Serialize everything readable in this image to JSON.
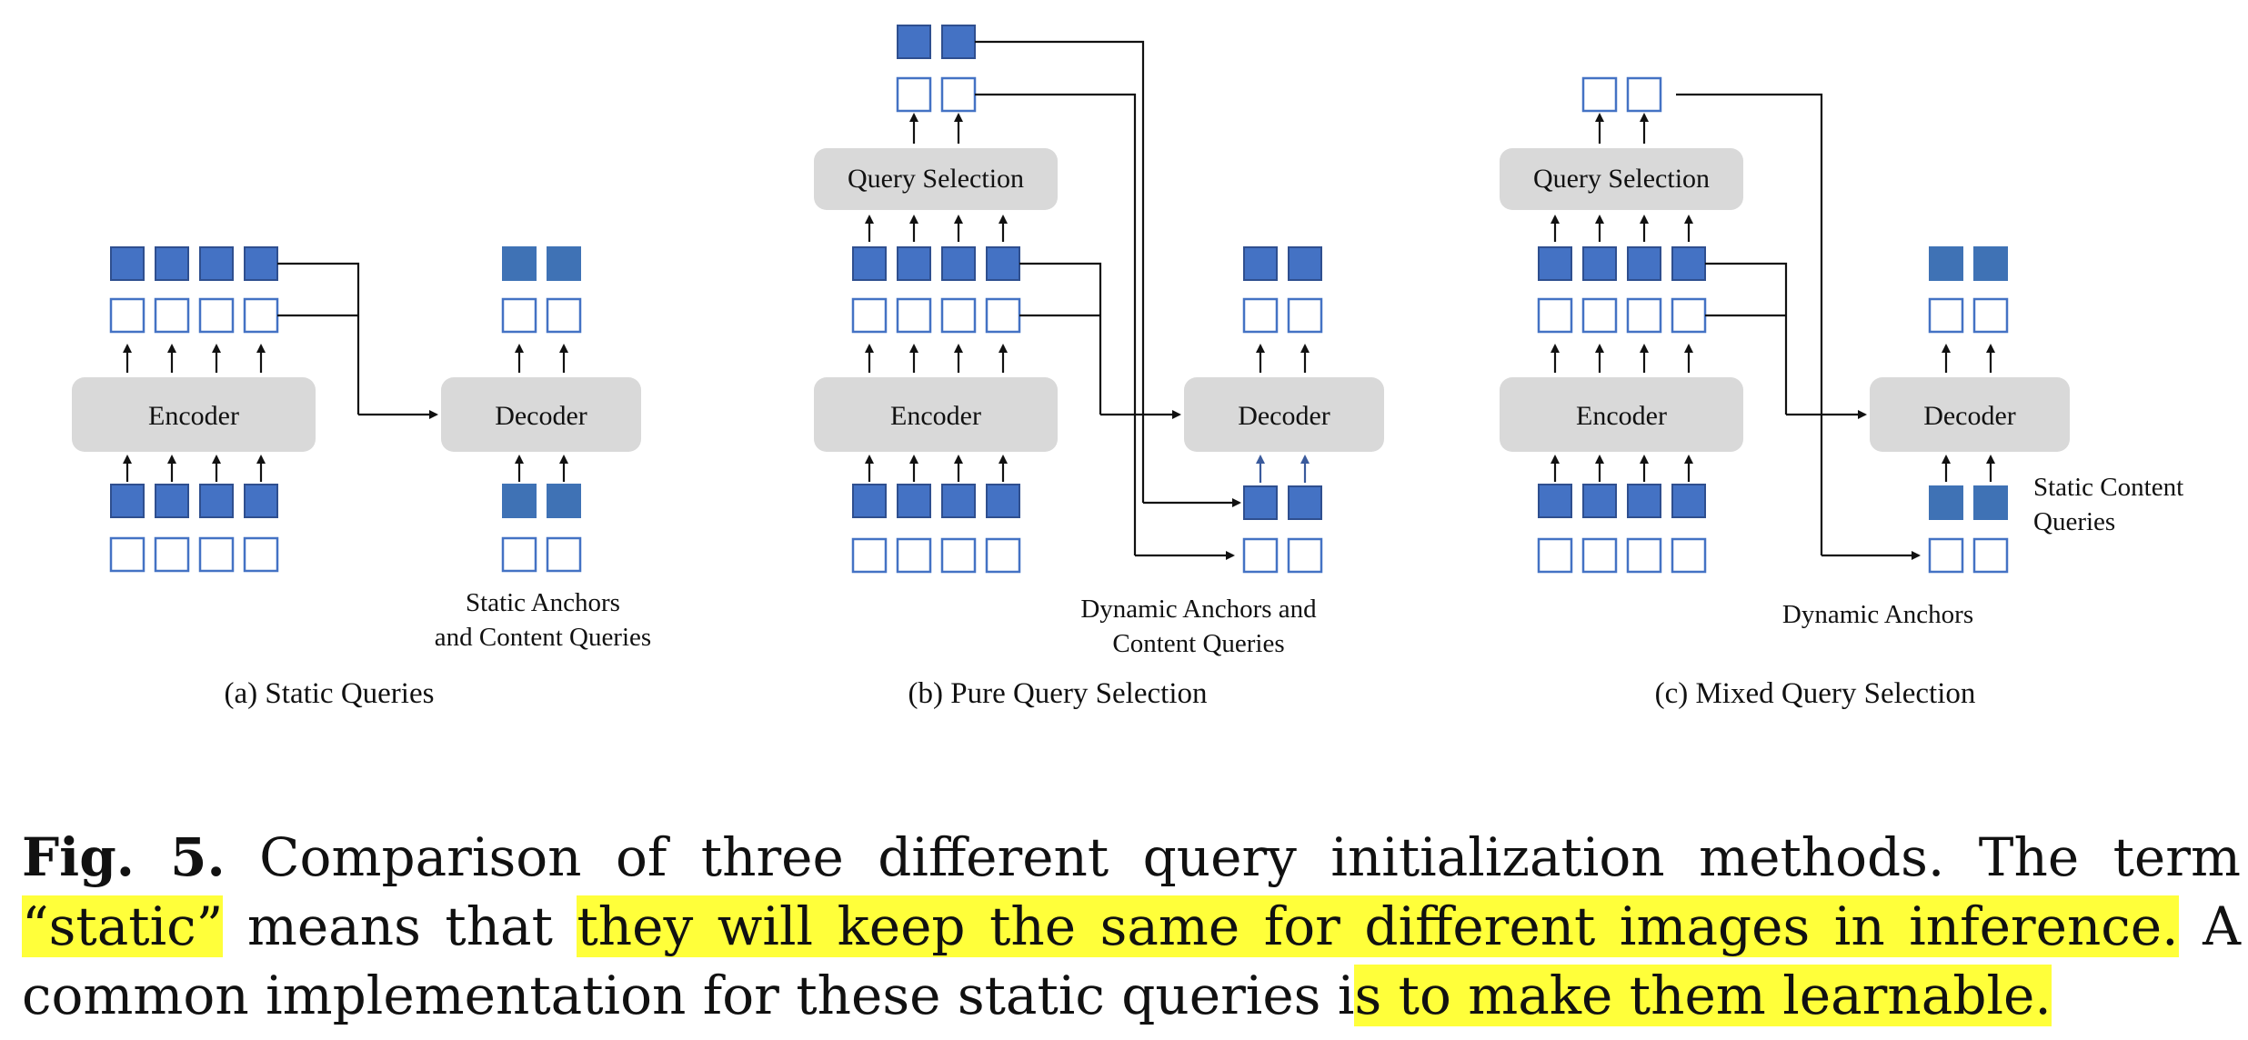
{
  "figure": {
    "encoder_label": "Encoder",
    "decoder_label": "Decoder",
    "query_selection_label": "Query Selection",
    "panel_a": {
      "caption": "(a) Static Queries",
      "note_line1": "Static Anchors",
      "note_line2": "and Content Queries"
    },
    "panel_b": {
      "caption": "(b) Pure Query Selection",
      "note_line1": "Dynamic Anchors and",
      "note_line2": "Content Queries"
    },
    "panel_c": {
      "caption": "(c) Mixed Query Selection",
      "note_dynamic": "Dynamic Anchors",
      "note_static_line1": "Static Content",
      "note_static_line2": "Queries"
    },
    "colors": {
      "query_fill": "#4472c4",
      "static_query_fill": "#3f72b5",
      "box_fill": "#d9d9d9",
      "highlight": "#ffff3a"
    }
  },
  "caption": {
    "label": "Fig. 5.",
    "text_1": " Comparison of three different query initialization methods. The term ",
    "hl_1": "“static”",
    "text_2": " means that ",
    "hl_2": "they will keep the same for different images in inference.",
    "text_3": " A common implementation for these static queries i",
    "text_4": "s",
    "hl_3": " to make them learnable."
  }
}
